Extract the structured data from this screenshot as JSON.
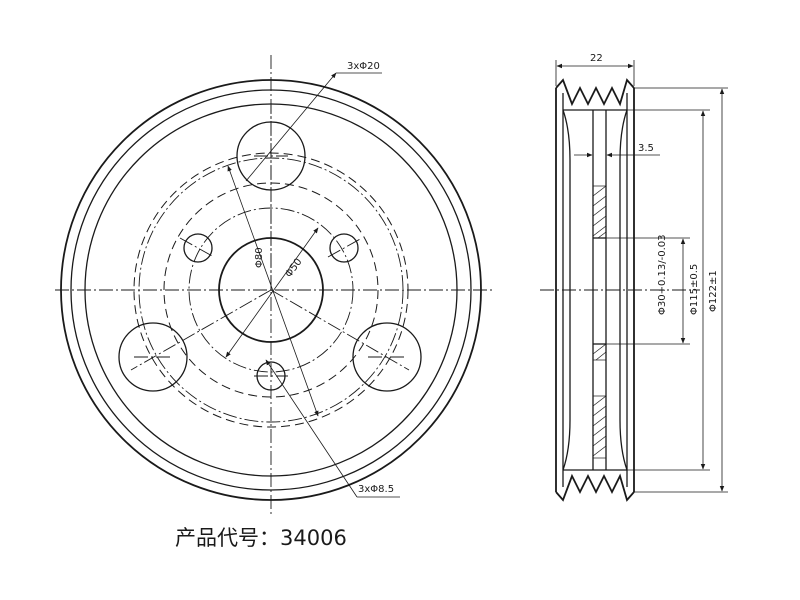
{
  "front_view": {
    "large_hole_label": "3xΦ20",
    "small_hole_label": "3xΦ8.5",
    "pcd_label": "Φ80",
    "bore_label": "Φ50"
  },
  "side_view": {
    "width_label": "22",
    "web_label": "3.5",
    "hub_label": "Φ30+0.13/-0.03",
    "groove_label": "Φ115±0.5",
    "outer_label": "Φ122±1"
  },
  "product_code": "产品代号：34006"
}
